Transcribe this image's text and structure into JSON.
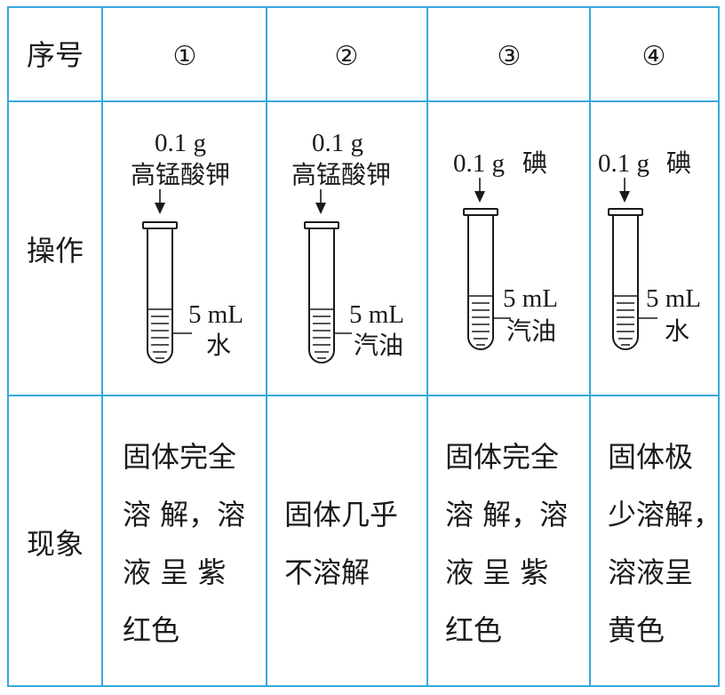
{
  "table": {
    "row_headers": {
      "index": "序号",
      "operation": "操作",
      "phenomenon": "现象"
    },
    "columns": [
      {
        "index": "①",
        "added_amount": "0.1 g",
        "added_substance": "高锰酸钾",
        "solvent_volume": "5 mL",
        "solvent": "水",
        "phenomenon_lines": [
          "固体完全",
          "溶 解，溶",
          "液 呈 紫",
          "红色"
        ]
      },
      {
        "index": "②",
        "added_amount": "0.1 g",
        "added_substance": "高锰酸钾",
        "solvent_volume": "5 mL",
        "solvent": "汽油",
        "phenomenon_lines": [
          "固体几乎",
          "不溶解"
        ]
      },
      {
        "index": "③",
        "added_amount": "0.1 g",
        "added_substance": "碘",
        "solvent_volume": "5 mL",
        "solvent": "汽油",
        "phenomenon_lines": [
          "固体完全",
          "溶 解，溶",
          "液 呈 紫",
          "红色"
        ]
      },
      {
        "index": "④",
        "added_amount": "0.1 g",
        "added_substance": "碘",
        "solvent_volume": "5 mL",
        "solvent": "水",
        "phenomenon_lines": [
          "固体极",
          "少溶解，",
          "溶液呈",
          "黄色"
        ]
      }
    ]
  },
  "colors": {
    "grid_line": "#36a8dd",
    "ink": "#1a1a1a",
    "background": "#ffffff"
  },
  "icons": [
    "test-tube-icon",
    "down-arrow-icon"
  ]
}
